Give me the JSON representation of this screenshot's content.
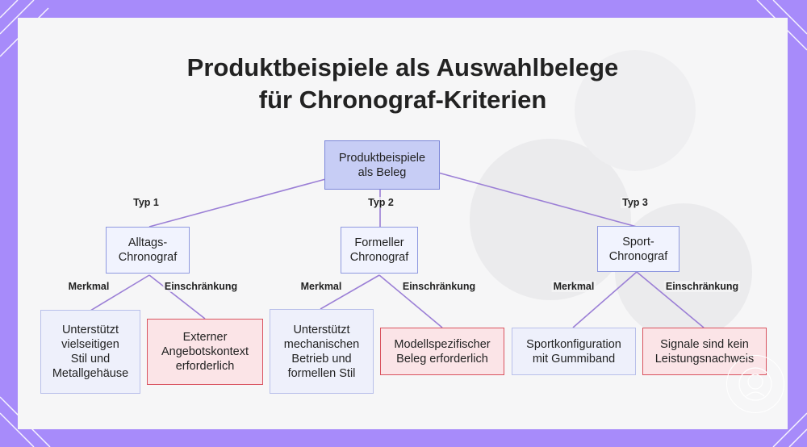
{
  "title_line1": "Produktbeispiele als Auswahlbelege",
  "title_line2": "für Chronograf-Kriterien",
  "root": "Produktbeispiele\nals Beleg",
  "branches": [
    {
      "edge": "Typ 1",
      "label": "Alltags-\nChronograf",
      "feature_edge": "Merkmal",
      "feature": "Unterstützt\nvielseitigen\nStil und\nMetallgehäuse",
      "limit_edge": "Einschränkung",
      "limit": "Externer\nAngebotskontext\nerforderlich"
    },
    {
      "edge": "Typ 2",
      "label": "Formeller\nChronograf",
      "feature_edge": "Merkmal",
      "feature": "Unterstützt\nmechanischen\nBetrieb und\nformellen Stil",
      "limit_edge": "Einschränkung",
      "limit": "Modellspezifischer\nBeleg erforderlich"
    },
    {
      "edge": "Typ 3",
      "label": "Sport-\nChronograf",
      "feature_edge": "Merkmal",
      "feature": "Sportkonfiguration\nmit Gummiband",
      "limit_edge": "Einschränkung",
      "limit": "Signale sind kein\nLeistungsnachweis"
    }
  ],
  "colors": {
    "frame": "#a78bfa",
    "root_fill": "#c7cdf5",
    "type_fill": "#f1f3fe",
    "limit_border": "#d9535f",
    "connector": "#9b7fd6"
  }
}
